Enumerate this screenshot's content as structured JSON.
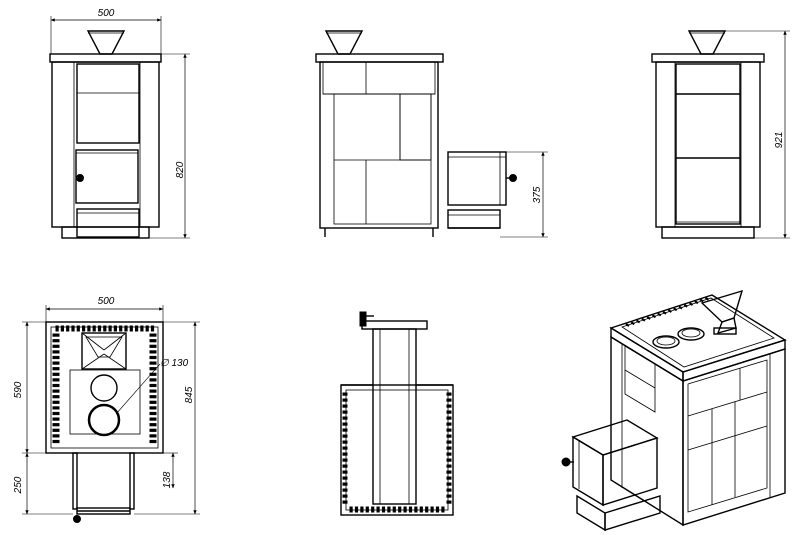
{
  "dimensions": {
    "front_width": "500",
    "front_height": "820",
    "drawer_height": "375",
    "back_height": "921",
    "top_width": "500",
    "top_depth": "590",
    "top_total_depth": "845",
    "chimney_diameter": "∅ 130",
    "drawer_extension": "250",
    "drawer_offset": "138"
  },
  "views": [
    "front-view",
    "side-view",
    "back-view",
    "top-view",
    "section-view",
    "isometric-view"
  ]
}
